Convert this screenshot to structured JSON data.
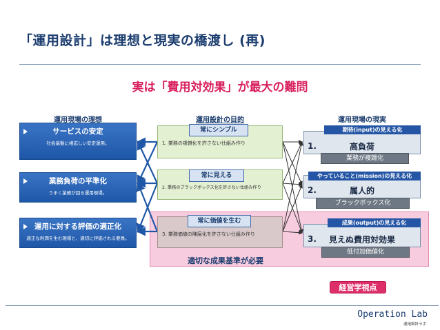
{
  "title": "「運用設計」は理想と現実の橋渡し (再)",
  "subtitle": "実は「費用対効果」が最大の難問",
  "columns": {
    "left": "運用現場の理想",
    "middle": "運用設計の目的",
    "right": "運用現場の現実"
  },
  "ideals": [
    {
      "heading": "サービスの安定",
      "desc": "社会基盤に相応しい安定運用。"
    },
    {
      "heading": "業務負荷の平準化",
      "desc": "うまく業務が回る運用現場。"
    },
    {
      "heading": "運用に対する評価の適正化",
      "desc": "適正な利潤を生む現場と、適切に評価される要員。"
    }
  ],
  "purposes": [
    {
      "tag": "常にシンプル",
      "text": "1.  業務の複雑化を許さない仕組み作り"
    },
    {
      "tag": "常に見える",
      "text": "2.  業務のブラックボックス化を許さない仕組み作り"
    },
    {
      "tag": "常に価値を生む",
      "text": "3.  業務価値の陳腐化を許さない仕組み作り"
    }
  ],
  "realities": [
    {
      "tag": "期待(input)の見える化",
      "number": "1.",
      "value": "高負荷",
      "note": "業務が複雑化"
    },
    {
      "tag": "やっていること(mission)の見える化",
      "number": "2.",
      "value": "属人的",
      "note": "ブラックボックス化"
    },
    {
      "tag": "成果(output)の見える化",
      "number": "3.",
      "value": "見えぬ費用対効果",
      "note": "低付加価値化"
    }
  ],
  "pink_label": "適切な成果基準が必要",
  "management_label": "経営学視点",
  "footer": {
    "brand": "Operation Lab",
    "brand_sub": "運用設計ラボ"
  },
  "colors": {
    "title": "#1a3c6e",
    "subtitle": "#d8205e",
    "ideal_box": "#2a64b8",
    "purpose_box": "#e4f0d2",
    "reality_box": "#dfe6ee",
    "pink_area": "#f8ccdf",
    "management_badge": "#de2e6a"
  }
}
